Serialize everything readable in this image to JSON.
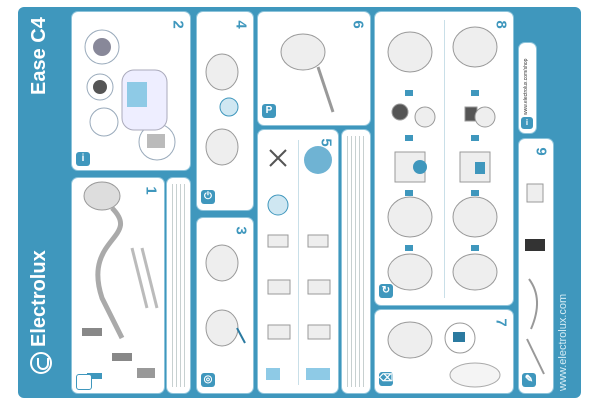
{
  "brand": {
    "name": "Electrolux",
    "model": "Ease C4"
  },
  "footer": {
    "website": "www.electrolux.com"
  },
  "info": {
    "shop_url": "www.electrolux.com/shop"
  },
  "panels": {
    "p1": "1",
    "p2": "2",
    "p3": "3",
    "p4": "4",
    "p5": "5",
    "p6": "6",
    "p7": "7",
    "p8": "8",
    "p9": "9"
  },
  "icons": {
    "info": "i",
    "parking": "P"
  },
  "colors": {
    "brand_blue": "#3f97bd",
    "accent_dark": "#2b7aa0"
  }
}
